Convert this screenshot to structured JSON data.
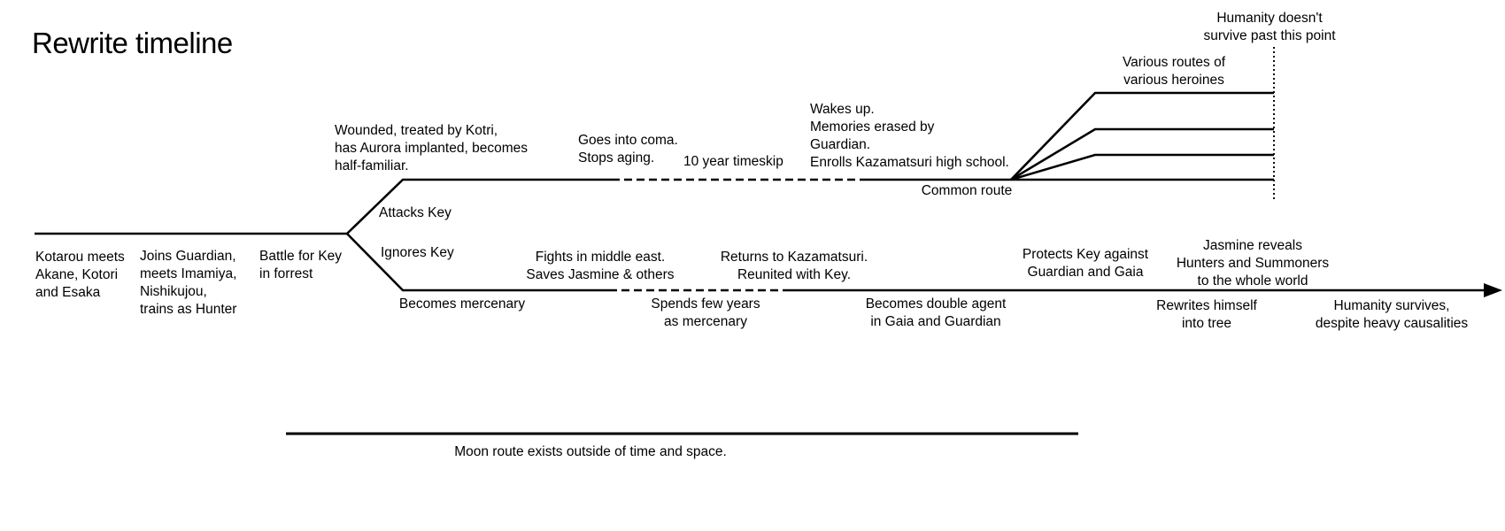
{
  "title": "Rewrite timeline",
  "colors": {
    "line": "#000000",
    "text": "#000000",
    "background": "#ffffff"
  },
  "labels": {
    "kotarou_meets": "Kotarou meets\nAkane, Kotori\nand Esaka",
    "joins_guardian": "Joins Guardian,\nmeets Imamiya,\nNishikujou,\ntrains as Hunter",
    "battle_for_key": "Battle for Key\nin forrest",
    "attacks_key": "Attacks Key",
    "ignores_key": "Ignores Key",
    "wounded": "Wounded, treated by Kotri,\nhas Aurora implanted, becomes\nhalf-familiar.",
    "goes_into_coma": "Goes into coma.\nStops aging.",
    "timeskip": "10 year timeskip",
    "wakes_up": "Wakes up.\nMemories erased by\nGuardian.\nEnrolls Kazamatsuri high school.",
    "common_route": "Common route",
    "various_routes": "Various routes of\nvarious heroines",
    "humanity_doesnt_survive": "Humanity doesn't\nsurvive past this point",
    "becomes_mercenary": "Becomes mercenary",
    "fights_middle_east": "Fights in middle east.\nSaves Jasmine & others",
    "spends_few_years": "Spends few years\nas mercenary",
    "returns_kazamatsuri": "Returns to Kazamatsuri.\nReunited with Key.",
    "becomes_double_agent": "Becomes double agent\nin Gaia and Guardian",
    "protects_key": "Protects Key against\nGuardian and Gaia",
    "jasmine_reveals": "Jasmine reveals\nHunters and Summoners\nto the whole world",
    "rewrites_himself": "Rewrites himself\ninto tree",
    "humanity_survives": "Humanity survives,\ndespite heavy causalities",
    "moon_route": "Moon route exists outside of time and space."
  }
}
